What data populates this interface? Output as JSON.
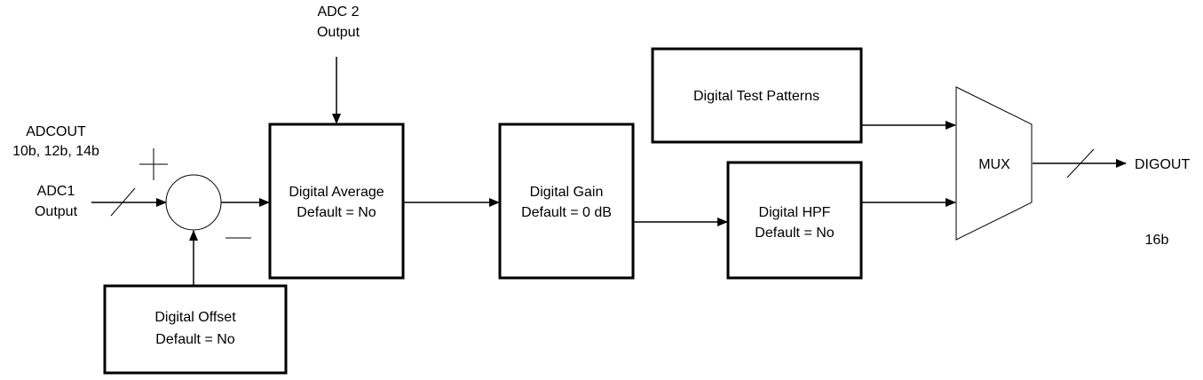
{
  "colors": {
    "line": "#000000",
    "background": "#ffffff"
  },
  "inputs": {
    "adcout_line1": "ADCOUT",
    "adcout_line2": "10b, 12b, 14b",
    "adc1_line1": "ADC1",
    "adc1_line2": "Output",
    "adc2_line1": "ADC 2",
    "adc2_line2": "Output"
  },
  "blocks": {
    "digital_offset": {
      "line1": "Digital Offset",
      "line2": "Default = No"
    },
    "digital_average": {
      "line1": "Digital Average",
      "line2": "Default = No"
    },
    "digital_gain": {
      "line1": "Digital Gain",
      "line2": "Default = 0 dB"
    },
    "digital_hpf": {
      "line1": "Digital HPF",
      "line2": "Default = No"
    },
    "digital_test_patterns": {
      "line1": "Digital Test Patterns"
    },
    "mux": {
      "label": "MUX"
    }
  },
  "outputs": {
    "digout": "DIGOUT",
    "width": "16b"
  }
}
